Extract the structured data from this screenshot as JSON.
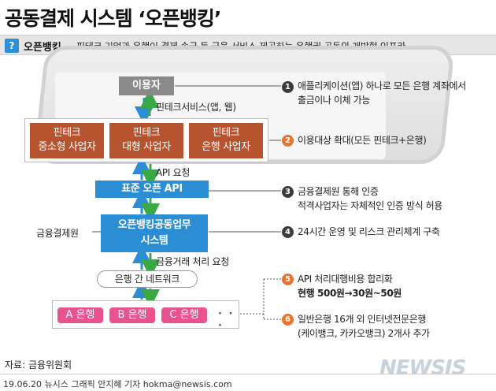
{
  "title": "공동결제 시스템 ‘오픈뱅킹’",
  "subtitle": {
    "badge": "?",
    "strong": "오픈뱅킹",
    "rest": "핀테크 기업과 은행이 결제·송금 등 금융 서비스 제공하는 은행권 공동의 개방형 인프라"
  },
  "diagram": {
    "user": "이용자",
    "fintech_service": "핀테크서비스(앱, 웹)",
    "fintech_boxes": [
      {
        "line1": "핀테크",
        "line2": "중소형 사업자"
      },
      {
        "line1": "핀테크",
        "line2": "대형 사업자"
      },
      {
        "line1": "핀테크",
        "line2": "은행 사업자"
      }
    ],
    "api_request": "API 요청",
    "standard_api": "표준 오픈 API",
    "system_line1": "오픈뱅킹공동업무",
    "system_line2": "시스템",
    "kftc": "금융결제원",
    "finance_request": "금융거래 처리 요청",
    "network": "은행 간 네트워크",
    "banks": [
      "A 은행",
      "B 은행",
      "C 은행"
    ],
    "dots": "· · ·"
  },
  "notes": [
    {
      "num": "1",
      "line1": "애플리케이션(앱) 하나로 모든 은행 계좌에서",
      "line2": "출금이나 이체 가능"
    },
    {
      "num": "2",
      "line1": "이용대상 확대(모든 핀테크+은행)"
    },
    {
      "num": "3",
      "line1": "금융결제원 통해 인증",
      "line2": "적격사업자는 자체적인 인증 방식 허용"
    },
    {
      "num": "4",
      "line1": "24시간 운영 및 리스크 관리체계 구축"
    },
    {
      "num": "5",
      "line1": "API 처리대행비용 합리화",
      "line2": "현행 500원→30원~50원"
    },
    {
      "num": "6",
      "line1": "일반은행 16개 외 인터넷전문은행",
      "line2": "(케이뱅크, 카카오뱅크) 2개사 추가"
    }
  ],
  "source": "자료: 금융위원회",
  "credit": "19.06.20 뉴시스 그래픽 안지혜 기자 hokma@newsis.com",
  "logo": "NEWSIS",
  "colors": {
    "fintech": "#b75430",
    "api_blue": "#2b8ed5",
    "bank_pink": "#e8528f",
    "arrow_green": "#3aa845",
    "badge_orange": "#e8752f",
    "badge_dark": "#3b3b3b"
  }
}
